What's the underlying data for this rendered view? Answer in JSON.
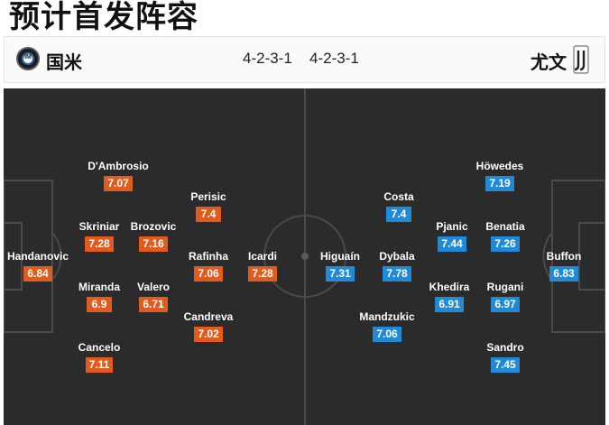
{
  "page_title": "预计首发阵容",
  "home": {
    "name": "国米",
    "formation": "4-2-3-1",
    "rating_color": "#e35b1c",
    "logo_icon": "inter-logo-icon",
    "players": [
      {
        "name": "Handanovic",
        "rating": "6.84"
      },
      {
        "name": "D'Ambrosio",
        "rating": "7.07"
      },
      {
        "name": "Skriniar",
        "rating": "7.28"
      },
      {
        "name": "Miranda",
        "rating": "6.9"
      },
      {
        "name": "Cancelo",
        "rating": "7.11"
      },
      {
        "name": "Brozovic",
        "rating": "7.16"
      },
      {
        "name": "Valero",
        "rating": "6.71"
      },
      {
        "name": "Perisic",
        "rating": "7.4"
      },
      {
        "name": "Rafinha",
        "rating": "7.06"
      },
      {
        "name": "Candreva",
        "rating": "7.02"
      },
      {
        "name": "Icardi",
        "rating": "7.28"
      }
    ]
  },
  "away": {
    "name": "尤文",
    "formation": "4-2-3-1",
    "rating_color": "#1f8ad8",
    "logo_icon": "juventus-logo-icon",
    "players": [
      {
        "name": "Higuaín",
        "rating": "7.31"
      },
      {
        "name": "Costa",
        "rating": "7.4"
      },
      {
        "name": "Dybala",
        "rating": "7.78"
      },
      {
        "name": "Mandzukic",
        "rating": "7.06"
      },
      {
        "name": "Pjanic",
        "rating": "7.44"
      },
      {
        "name": "Khedira",
        "rating": "6.91"
      },
      {
        "name": "Höwedes",
        "rating": "7.19"
      },
      {
        "name": "Benatia",
        "rating": "7.26"
      },
      {
        "name": "Rugani",
        "rating": "6.97"
      },
      {
        "name": "Sandro",
        "rating": "7.45"
      },
      {
        "name": "Buffon",
        "rating": "6.83"
      }
    ]
  },
  "pitch_color": "#2b2b2b"
}
